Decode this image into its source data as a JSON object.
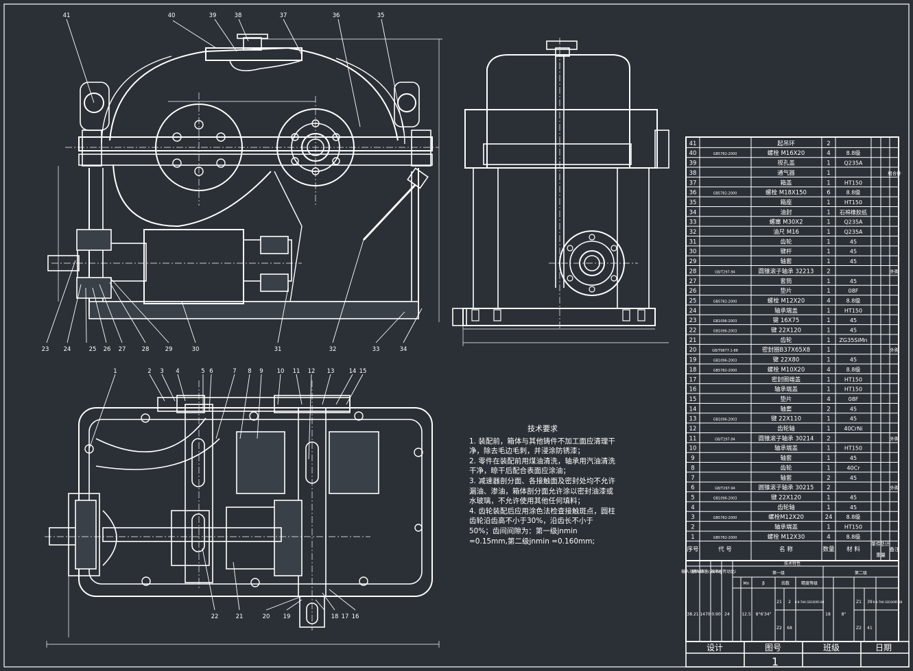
{
  "colors": {
    "background": "#2b3036",
    "line": "#ffffff"
  },
  "top_view_labels": [
    "41",
    "40",
    "39",
    "38",
    "37",
    "36",
    "35"
  ],
  "bottom_view_callouts": [
    "23",
    "24",
    "25",
    "26",
    "27",
    "28",
    "29",
    "30",
    "31",
    "32",
    "33",
    "34"
  ],
  "plan_view_top_callouts": [
    "1",
    "2",
    "3",
    "4",
    "5",
    "6",
    "7",
    "8",
    "9",
    "10",
    "11",
    "12",
    "13",
    "14",
    "15"
  ],
  "plan_view_bottom_callouts": [
    "22",
    "21",
    "20",
    "19",
    "18",
    "17",
    "16"
  ],
  "tech_requirements": {
    "title": "技术要求",
    "items": [
      "1. 装配前，箱体与其他铸件不加工面应清理干净，除去毛边毛刺，并浸涂防锈漆；",
      "2. 零件在装配前用煤油清洗，轴承用汽油清洗干净，晾干后配合表面应涂油；",
      "3. 减速器剖分面、各接触面及密封处均不允许漏油、渗油，箱体剖分面允许涂以密封油漆或水玻璃，不允许使用其他任何填料；",
      "4. 齿轮装配后应用涂色法检查接触斑点，圆柱齿轮沿齿高不小于30%，沿齿长不小于50%；齿间间隙为：第一级jnmin",
      "=0.15mm,第二级jnmin =0.160mm;"
    ]
  },
  "parts_list": {
    "rows": [
      {
        "no": "41",
        "code": "",
        "name": "起吊环",
        "qty": "2",
        "mat": "",
        "note": ""
      },
      {
        "no": "40",
        "code": "GB5782-2000",
        "name": "螺栓 M16X20",
        "qty": "4",
        "mat": "8.8级",
        "note": ""
      },
      {
        "no": "39",
        "code": "",
        "name": "视孔盖",
        "qty": "1",
        "mat": "Q235A",
        "note": ""
      },
      {
        "no": "38",
        "code": "",
        "name": "通气器",
        "qty": "1",
        "mat": "",
        "note": "组合件"
      },
      {
        "no": "37",
        "code": "",
        "name": "箱盖",
        "qty": "1",
        "mat": "HT150",
        "note": ""
      },
      {
        "no": "36",
        "code": "GB5782-2000",
        "name": "螺栓 M18X150",
        "qty": "6",
        "mat": "8.8级",
        "note": ""
      },
      {
        "no": "35",
        "code": "",
        "name": "箱座",
        "qty": "1",
        "mat": "HT150",
        "note": ""
      },
      {
        "no": "34",
        "code": "",
        "name": "油封",
        "qty": "1",
        "mat": "石棉橡胶纸",
        "note": ""
      },
      {
        "no": "33",
        "code": "",
        "name": "螺塞 M30X2",
        "qty": "1",
        "mat": "Q235A",
        "note": ""
      },
      {
        "no": "32",
        "code": "",
        "name": "油尺 M16",
        "qty": "1",
        "mat": "Q235A",
        "note": ""
      },
      {
        "no": "31",
        "code": "",
        "name": "齿轮",
        "qty": "1",
        "mat": "45",
        "note": ""
      },
      {
        "no": "30",
        "code": "",
        "name": "键杆",
        "qty": "1",
        "mat": "45",
        "note": ""
      },
      {
        "no": "29",
        "code": "",
        "name": "轴套",
        "qty": "1",
        "mat": "45",
        "note": ""
      },
      {
        "no": "28",
        "code": "GB/T297-94",
        "name": "圆锥滚子轴承 32213",
        "qty": "2",
        "mat": "",
        "note": "外购"
      },
      {
        "no": "27",
        "code": "",
        "name": "套筒",
        "qty": "1",
        "mat": "45",
        "note": ""
      },
      {
        "no": "26",
        "code": "",
        "name": "垫片",
        "qty": "1",
        "mat": "08F",
        "note": ""
      },
      {
        "no": "25",
        "code": "GB5782-2000",
        "name": "螺栓 M12X20",
        "qty": "4",
        "mat": "8.8级",
        "note": ""
      },
      {
        "no": "24",
        "code": "",
        "name": "轴承端盖",
        "qty": "1",
        "mat": "HT150",
        "note": ""
      },
      {
        "no": "23",
        "code": "GB1096-2003",
        "name": "键 16X75",
        "qty": "1",
        "mat": "45",
        "note": ""
      },
      {
        "no": "22",
        "code": "GB1096-2003",
        "name": "键 22X120",
        "qty": "1",
        "mat": "45",
        "note": ""
      },
      {
        "no": "21",
        "code": "",
        "name": "齿轮",
        "qty": "1",
        "mat": "ZG35SiMn",
        "note": ""
      },
      {
        "no": "20",
        "code": "GB/T9877.1-88",
        "name": "密封圈B37X65X8",
        "qty": "1",
        "mat": "",
        "note": "外购"
      },
      {
        "no": "19",
        "code": "GB1096-2003",
        "name": "键 22X80",
        "qty": "1",
        "mat": "45",
        "note": ""
      },
      {
        "no": "18",
        "code": "GB5782-2000",
        "name": "螺栓 M10X20",
        "qty": "4",
        "mat": "8.8级",
        "note": ""
      },
      {
        "no": "17",
        "code": "",
        "name": "密封圈端盖",
        "qty": "1",
        "mat": "HT150",
        "note": ""
      },
      {
        "no": "16",
        "code": "",
        "name": "轴承端盖",
        "qty": "1",
        "mat": "HT150",
        "note": ""
      },
      {
        "no": "15",
        "code": "",
        "name": "垫片",
        "qty": "4",
        "mat": "08F",
        "note": ""
      },
      {
        "no": "14",
        "code": "",
        "name": "轴套",
        "qty": "2",
        "mat": "45",
        "note": ""
      },
      {
        "no": "13",
        "code": "GB1096-2003",
        "name": "键 22X110",
        "qty": "1",
        "mat": "45",
        "note": ""
      },
      {
        "no": "12",
        "code": "",
        "name": "齿轮轴",
        "qty": "1",
        "mat": "40CrNi",
        "note": ""
      },
      {
        "no": "11",
        "code": "GB/T297-94",
        "name": "圆锥滚子轴承 30214",
        "qty": "2",
        "mat": "",
        "note": "外购"
      },
      {
        "no": "10",
        "code": "",
        "name": "轴承端盖",
        "qty": "1",
        "mat": "HT150",
        "note": ""
      },
      {
        "no": "9",
        "code": "",
        "name": "轴套",
        "qty": "1",
        "mat": "45",
        "note": ""
      },
      {
        "no": "8",
        "code": "",
        "name": "齿轮",
        "qty": "1",
        "mat": "40Cr",
        "note": ""
      },
      {
        "no": "7",
        "code": "",
        "name": "轴套",
        "qty": "2",
        "mat": "45",
        "note": ""
      },
      {
        "no": "6",
        "code": "GB/T297-94",
        "name": "圆锥滚子轴承 30215",
        "qty": "2",
        "mat": "",
        "note": "外购"
      },
      {
        "no": "5",
        "code": "GB1096-2003",
        "name": "键 22X120",
        "qty": "1",
        "mat": "45",
        "note": ""
      },
      {
        "no": "4",
        "code": "",
        "name": "齿轮轴",
        "qty": "1",
        "mat": "45",
        "note": ""
      },
      {
        "no": "3",
        "code": "GB5782-2000",
        "name": "螺栓M12X20",
        "qty": "24",
        "mat": "8.8级",
        "note": ""
      },
      {
        "no": "2",
        "code": "",
        "name": "轴承端盖",
        "qty": "1",
        "mat": "HT150",
        "note": ""
      },
      {
        "no": "1",
        "code": "GB5782-2000",
        "name": "螺栓 M12X30",
        "qty": "4",
        "mat": "8.8级",
        "note": ""
      }
    ],
    "header": {
      "no": "序号",
      "code": "代 号",
      "name": "名 称",
      "qty": "数量",
      "mat": "材 料",
      "unit_weight": "单件",
      "total_weight": "总计",
      "weight": "重量",
      "note": "备注"
    }
  },
  "char_table": {
    "title": "技术特性",
    "stage1": "第一级",
    "stage2": "第二级",
    "cols_left": [
      "输入功率kW",
      "输入转速r/min",
      "效率η",
      "总传动比i"
    ],
    "sub_cols": [
      "Mn",
      "β",
      "齿数",
      "精度等级"
    ],
    "values": {
      "power": "38.21",
      "speed": "1470",
      "eff": "0.90",
      "ratio": "24",
      "r1": "12.5",
      "beta1": "8°6'34\"",
      "z1a": "21",
      "z1b": "2",
      "z2a": "Z2",
      "z2b": "68",
      "prec1": "8-8-7HK GB10095-88",
      "beta2": "8°",
      "z21": "Z1",
      "z21v": "39",
      "z22": "Z2",
      "z22v": "41",
      "prec2": "8-8-7HK GB10095-88",
      "mn2": "18"
    }
  },
  "title_block": {
    "design": "设计",
    "drawing_no": "图号",
    "class": "班级",
    "date": "日期",
    "drawing_value": "1"
  }
}
